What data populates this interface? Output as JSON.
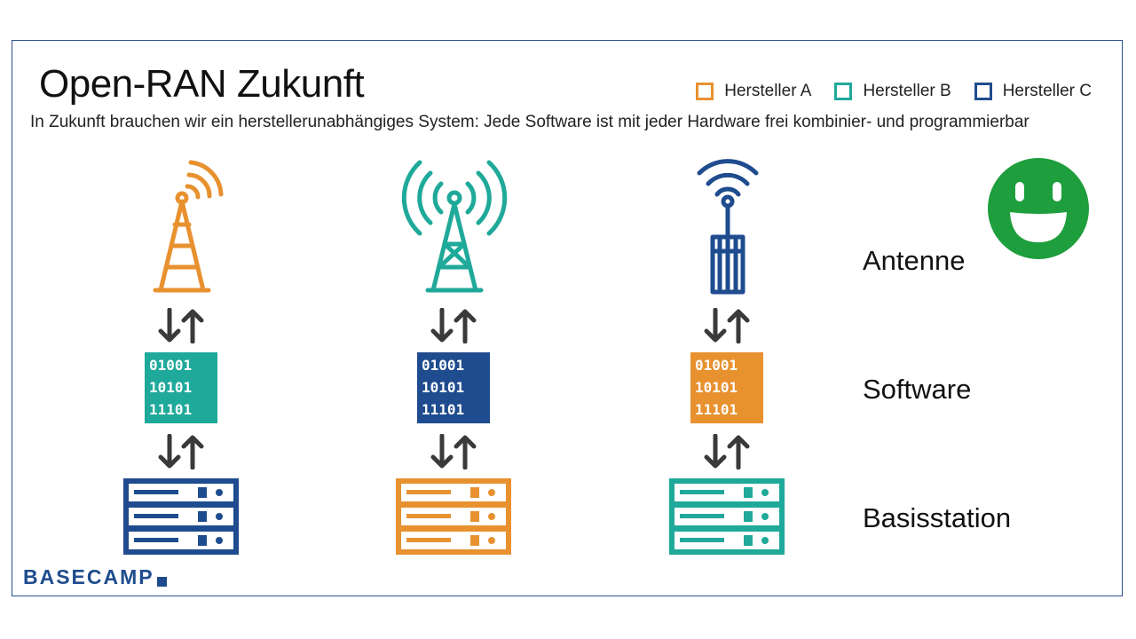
{
  "title": "Open-RAN Zukunft",
  "subtitle": "In Zukunft brauchen wir ein herstellerunabhängiges System: Jede Software ist mit jeder Hardware frei kombinier- und programmierbar",
  "legend": [
    {
      "label": "Hersteller A",
      "color": "#e8912f"
    },
    {
      "label": "Hersteller B",
      "color": "#1fa99a"
    },
    {
      "label": "Hersteller C",
      "color": "#1f4c8e"
    }
  ],
  "layers": {
    "antenna": "Antenne",
    "software": "Software",
    "station": "Basisstation"
  },
  "binary_lines": [
    "01001",
    "10101",
    "11101"
  ],
  "columns": [
    {
      "antenna_color": "#e8912f",
      "software_color": "#1fa99a",
      "station_color": "#1f4c8e"
    },
    {
      "antenna_color": "#1fa99a",
      "software_color": "#1f4c8e",
      "station_color": "#e8912f"
    },
    {
      "antenna_color": "#1f4c8e",
      "software_color": "#e8912f",
      "station_color": "#1fa99a"
    }
  ],
  "smiley_color": "#1e9e3c",
  "arrow_color": "#3a3a3a",
  "logo": "BASECAMP"
}
